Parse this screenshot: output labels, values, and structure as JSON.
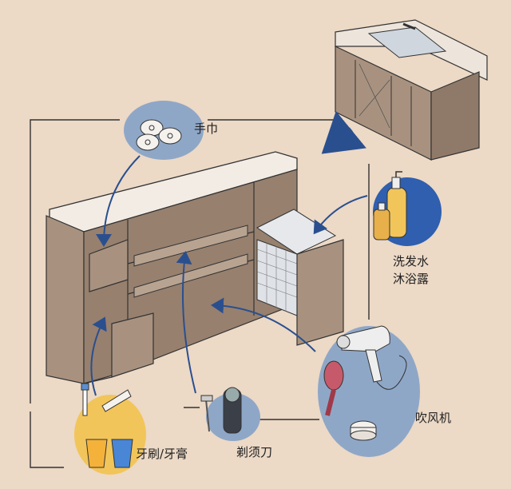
{
  "labels": {
    "towel": "手巾",
    "shampoo_line1": "洗发水",
    "shampoo_line2": "沐浴露",
    "hair_dryer": "吹风机",
    "razor": "剃须刀",
    "toothbrush": "牙刷/牙膏"
  },
  "colors": {
    "background": "#ecd9c6",
    "bubble_blue": "#8fa7c7",
    "bubble_deep_blue": "#2f5fae",
    "bubble_yellow": "#f2c55a",
    "cabinet_wood": "#a8927f",
    "cabinet_top": "#f3ece4",
    "arrow_blue": "#2a4f8f"
  }
}
